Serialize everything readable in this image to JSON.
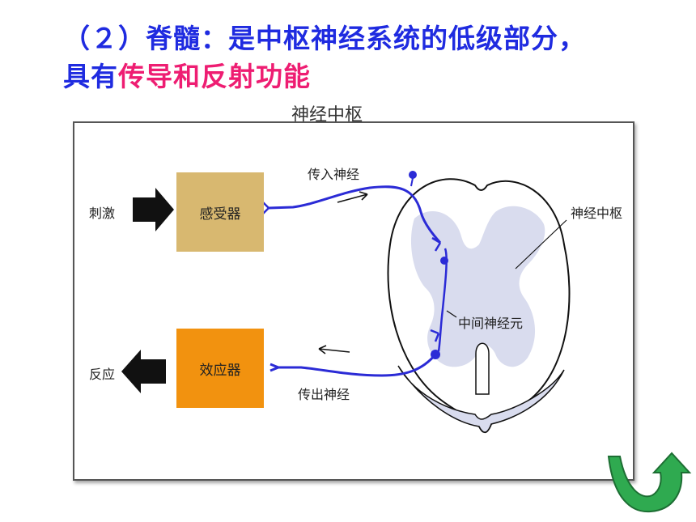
{
  "title": {
    "line1": "（２）脊髓：是中枢神经系统的低级部分，",
    "line2_prefix": "具有",
    "line2_highlight": "传导和反射功能"
  },
  "diagram": {
    "caption": "神经中枢",
    "stimulus": "刺激",
    "receptor": "感受器",
    "afferent_nerve": "传入神经",
    "nerve_center": "神经中枢",
    "interneuron": "中间神经元",
    "efferent_nerve": "传出神经",
    "effector": "效应器",
    "response": "反应"
  },
  "colors": {
    "title_blue": "#1f2be0",
    "title_pink": "#ee1d72",
    "nerve_blue": "#2b2bd6",
    "receptor_tan": "#d8b870",
    "effector_orange": "#f2920f",
    "gray_matter": "#d9dcee",
    "arrow_green": "#2faa50"
  },
  "icons": {
    "nav": "u-turn-arrow-icon"
  }
}
